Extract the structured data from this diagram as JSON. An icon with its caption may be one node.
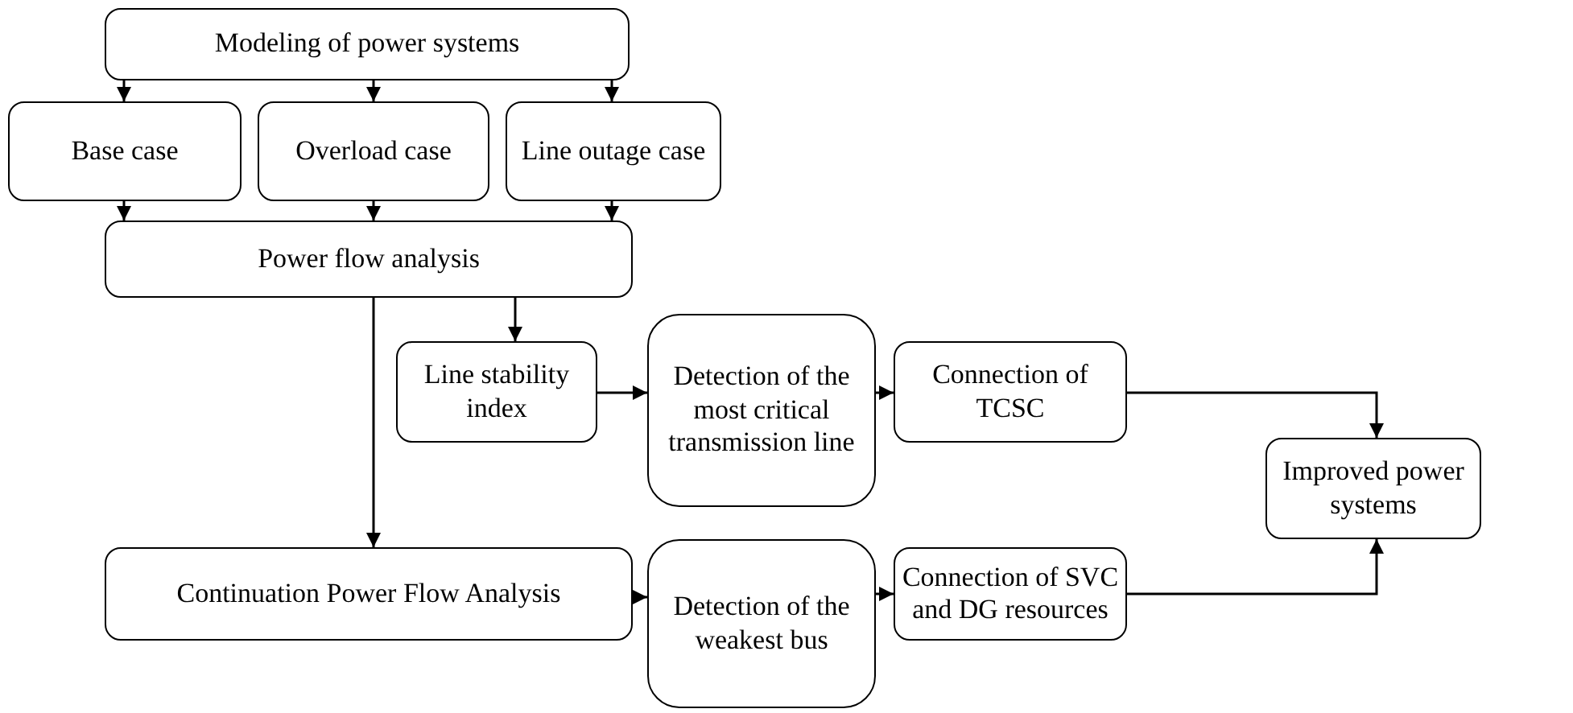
{
  "diagram": {
    "nodes": [
      {
        "text": [
          "Modeling of power systems"
        ]
      },
      {
        "text": [
          "Base case"
        ]
      },
      {
        "text": [
          "Overload case"
        ]
      },
      {
        "text": [
          "Line outage case"
        ]
      },
      {
        "text": [
          "Power flow analysis"
        ]
      },
      {
        "text": [
          "Line stability index"
        ]
      },
      {
        "text": [
          "Detection of the most critical transmission line"
        ]
      },
      {
        "text": [
          "Connection of TCSC"
        ]
      },
      {
        "text": [
          "Improved power systems"
        ]
      },
      {
        "text": [
          "Continuation Power Flow Analysis"
        ]
      },
      {
        "text": [
          "Detection of the weakest bus"
        ]
      },
      {
        "text": [
          "Connection of SVC and DG resources"
        ]
      }
    ],
    "edges": [
      {
        "from": 0,
        "to": 1,
        "arrow": "to"
      },
      {
        "from": 0,
        "to": 2,
        "arrow": "to"
      },
      {
        "from": 0,
        "to": 3,
        "arrow": "to"
      },
      {
        "from": 1,
        "to": 4,
        "arrow": "to"
      },
      {
        "from": 2,
        "to": 4,
        "arrow": "to"
      },
      {
        "from": 3,
        "to": 4,
        "arrow": "to"
      },
      {
        "from": 4,
        "to": 5,
        "arrow": "to"
      },
      {
        "from": 4,
        "to": 9,
        "arrow": "to"
      },
      {
        "from": 5,
        "to": 6,
        "arrow": "to"
      },
      {
        "from": 6,
        "to": 7,
        "arrow": "to"
      },
      {
        "from": 7,
        "to": 8,
        "arrow": "to"
      },
      {
        "from": 9,
        "to": 10,
        "arrow": "to"
      },
      {
        "from": 10,
        "to": 11,
        "arrow": "to"
      },
      {
        "from": 11,
        "to": 8,
        "arrow": "to"
      }
    ]
  }
}
